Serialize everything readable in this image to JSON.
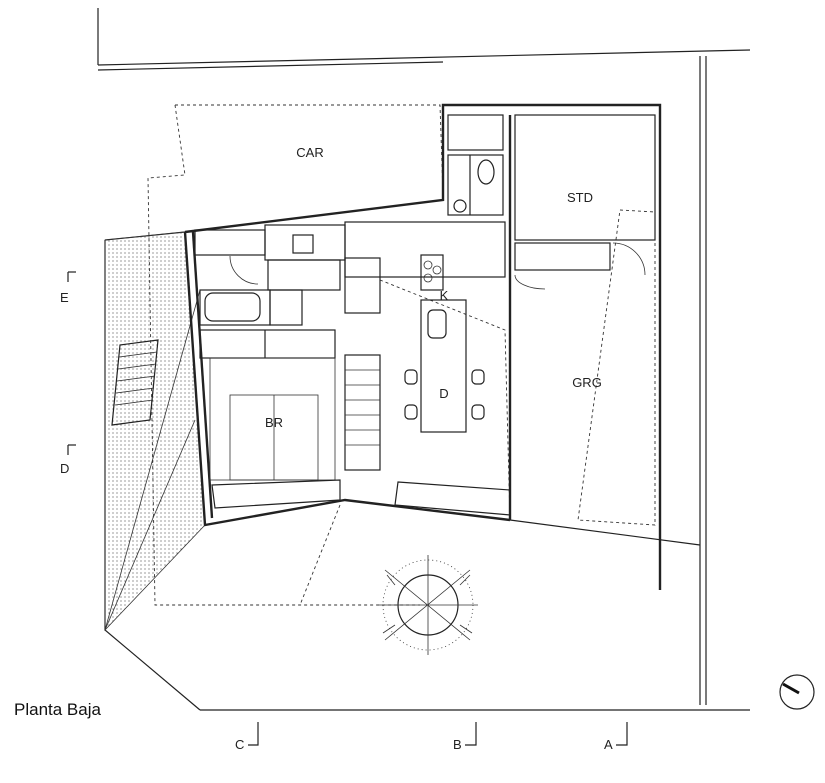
{
  "plan": {
    "title": "Planta Baja",
    "rooms": {
      "car": "CAR",
      "std": "STD",
      "kitchen": "K",
      "dining": "D",
      "garage": "GRG",
      "bedroom": "BR"
    },
    "section_marks": {
      "e": "E",
      "d": "D",
      "c": "C",
      "b": "B",
      "a": "A"
    }
  },
  "colors": {
    "line": "#222222",
    "background": "#ffffff"
  }
}
